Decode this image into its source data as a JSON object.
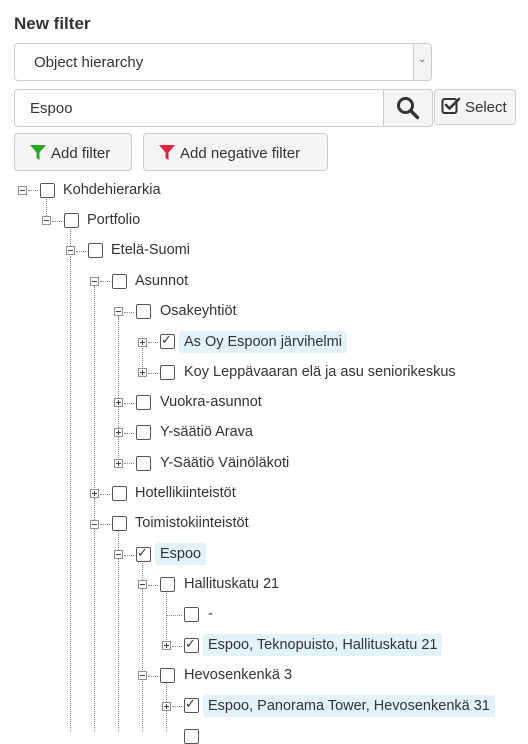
{
  "header": {
    "title": "New filter"
  },
  "object_type_select": {
    "value": "Object hierarchy"
  },
  "search": {
    "value": "Espoo"
  },
  "buttons": {
    "select_label": "Select",
    "add_filter_label": "Add filter",
    "add_negative_filter_label": "Add negative filter"
  },
  "colors": {
    "positive_filter": "#2aa52a",
    "negative_filter": "#e0223f",
    "highlight": "#e3f3fb"
  },
  "tree": {
    "nodes": [
      {
        "label": "Kohdehierarkia",
        "checked": false,
        "highlighted": false,
        "expander": "minus"
      },
      {
        "label": "Portfolio",
        "checked": false,
        "highlighted": false,
        "expander": "minus"
      },
      {
        "label": "Etelä-Suomi",
        "checked": false,
        "highlighted": false,
        "expander": "minus"
      },
      {
        "label": "Asunnot",
        "checked": false,
        "highlighted": false,
        "expander": "minus"
      },
      {
        "label": "Osakeyhtiöt",
        "checked": false,
        "highlighted": false,
        "expander": "minus"
      },
      {
        "label": "As Oy Espoon järvihelmi",
        "checked": true,
        "highlighted": true,
        "expander": "plus"
      },
      {
        "label": "Koy Leppävaaran elä ja asu seniorikeskus",
        "checked": false,
        "highlighted": false,
        "expander": "plus"
      },
      {
        "label": "Vuokra-asunnot",
        "checked": false,
        "highlighted": false,
        "expander": "plus"
      },
      {
        "label": "Y-säätiö Arava",
        "checked": false,
        "highlighted": false,
        "expander": "plus"
      },
      {
        "label": "Y-Säätiö Väinöläkoti",
        "checked": false,
        "highlighted": false,
        "expander": "plus"
      },
      {
        "label": "Hotellikiinteistöt",
        "checked": false,
        "highlighted": false,
        "expander": "plus"
      },
      {
        "label": "Toimistokiinteistöt",
        "checked": false,
        "highlighted": false,
        "expander": "minus"
      },
      {
        "label": "Espoo",
        "checked": true,
        "highlighted": true,
        "expander": "minus"
      },
      {
        "label": "Hallituskatu 21",
        "checked": false,
        "highlighted": false,
        "expander": "minus"
      },
      {
        "label": "-",
        "checked": false,
        "highlighted": false,
        "expander": "none"
      },
      {
        "label": "Espoo, Teknopuisto, Hallituskatu 21",
        "checked": true,
        "highlighted": true,
        "expander": "plus"
      },
      {
        "label": "Hevosenkenkä 3",
        "checked": false,
        "highlighted": false,
        "expander": "minus"
      },
      {
        "label": "Espoo, Panorama Tower, Hevosenkenkä 31",
        "checked": true,
        "highlighted": true,
        "expander": "plus"
      }
    ]
  }
}
